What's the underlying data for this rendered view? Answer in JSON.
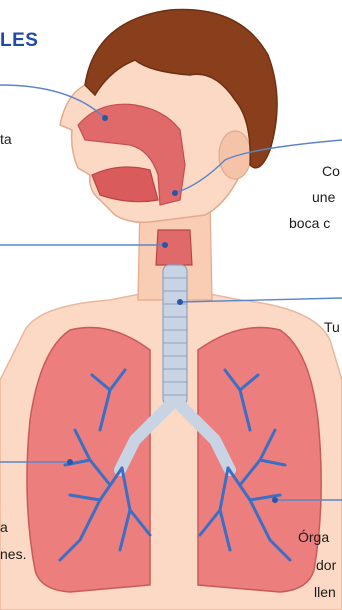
{
  "title": "LES",
  "labels": {
    "nose_text": "ta",
    "pharynx_line1": "Co",
    "pharynx_line2": "une",
    "pharynx_line3": "boca c",
    "trachea_text": "Tu",
    "bronchi_line1": "a",
    "bronchi_line2": "nes.",
    "lungs_line1": "Órga",
    "lungs_line2": "dor",
    "lungs_line3": "llen"
  },
  "colors": {
    "title": "#1f4aa8",
    "leader_line": "#5a86c8",
    "skin": "#fbd9c4",
    "hair": "#8a3f1c",
    "airway": "#e06a6a",
    "lung": "#ec7e7e",
    "bronchi": "#3a6fc4",
    "trachea": "#c8d4e4"
  },
  "icons": [
    "head-illustration",
    "lungs-illustration",
    "trachea-illustration",
    "bronchi-illustration"
  ]
}
